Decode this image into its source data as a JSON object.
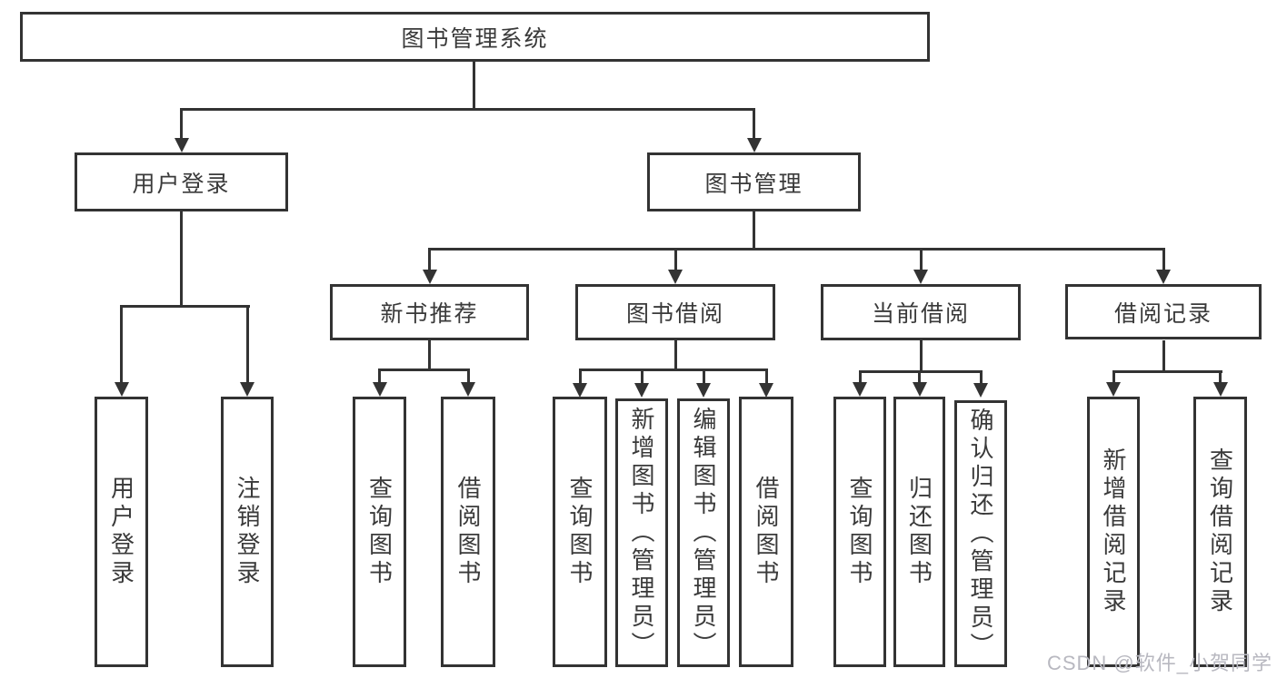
{
  "diagram": {
    "root": "图书管理系统",
    "branches": {
      "user_login": "用户登录",
      "book_management": "图书管理"
    },
    "modules": {
      "new_book_recommend": "新书推荐",
      "book_borrow": "图书借阅",
      "current_borrow": "当前借阅",
      "borrow_records": "借阅记录"
    },
    "leaves": {
      "user_login": "用户登录",
      "logout": "注销登录",
      "nb_query_books": "查询图书",
      "nb_borrow_books": "借阅图书",
      "bb_query_books": "查询图书",
      "bb_add_books_admin": "新增图书（管理员）",
      "bb_edit_books_admin": "编辑图书（管理员）",
      "bb_borrow_books": "借阅图书",
      "cb_query_books": "查询图书",
      "cb_return_books": "归还图书",
      "cb_confirm_return_admin": "确认归还（管理员）",
      "br_add_record": "新增借阅记录",
      "br_query_record": "查询借阅记录"
    },
    "watermark": "CSDN @软件_小贺同学",
    "colors": {
      "line": "#333333",
      "text": "#3a3a3a",
      "watermark": "#b8b8c0",
      "background": "#ffffff"
    }
  }
}
